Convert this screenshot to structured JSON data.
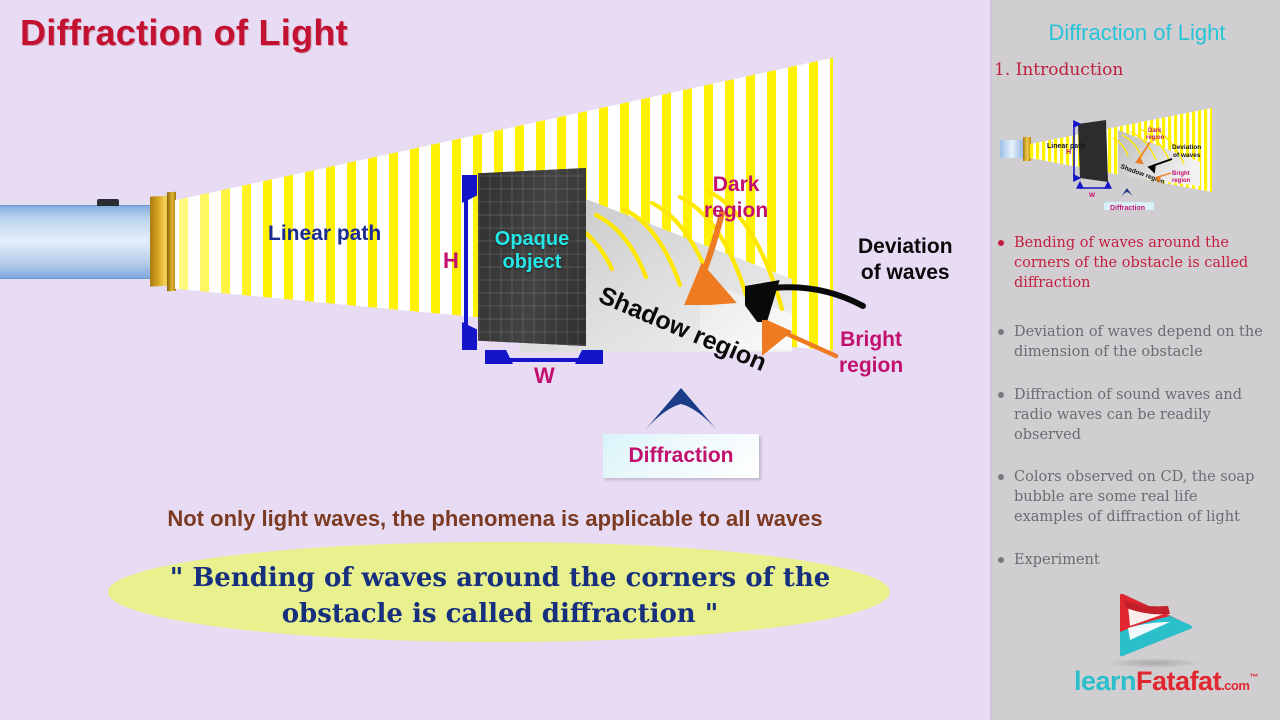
{
  "page": {
    "title": "Diffraction of Light",
    "background_color": "#E8DCF5",
    "sidebar_color": "#D1CED1"
  },
  "diagram": {
    "labels": {
      "linear_path": "Linear path",
      "opaque_object": "Opaque\nobject",
      "opaque_object_line1": "Opaque",
      "opaque_object_line2": "object",
      "shadow_region": "Shadow region",
      "dark_region_line1": "Dark",
      "dark_region_line2": "region",
      "deviation_line1": "Deviation",
      "deviation_line2": "of waves",
      "bright_region_line1": "Bright",
      "bright_region_line2": "region",
      "height_marker": "H",
      "width_marker": "W",
      "diffraction_callout": "Diffraction"
    },
    "colors": {
      "beam": "#FFF200",
      "opaque_object": "#3A3A3A",
      "opaque_label": "#25E6E6",
      "linear_path_label": "#1B2D91",
      "dark_region_label": "#C2106E",
      "bright_region_label": "#C2106E",
      "deviation_label": "#0A0A0A",
      "measure_arrow": "#1414C8",
      "orange_arrow": "#EE7B21"
    }
  },
  "notes": {
    "applicability": "Not only light waves, the phenomena is applicable to all waves",
    "quote_line1": "\" Bending of waves around the corners of the obstacle is called",
    "quote_line2": "diffraction \"",
    "quote_bg_color": "#E9F08E",
    "quote_text_color": "#17307E"
  },
  "sidebar": {
    "title": "Diffraction of Light",
    "title_color": "#27C3D6",
    "section": "1. Introduction",
    "section_color": "#BB1F3D",
    "bullets": [
      {
        "text": "Bending of waves around the corners of the obstacle is called diffraction",
        "active": true
      },
      {
        "text": "Deviation of waves depend on the dimension of the obstacle",
        "active": false
      },
      {
        "text": "Diffraction of sound waves and radio waves can be readily observed",
        "active": false
      },
      {
        "text": "Colors observed on CD, the soap bubble are some real life examples of diffraction of light",
        "active": false
      },
      {
        "text": "Experiment",
        "active": false
      }
    ],
    "thumbnail_labels": {
      "linear_path": "Linear path",
      "height_marker": "H",
      "width_marker": "W",
      "dark_region_line1": "Dark",
      "dark_region_line2": "region",
      "shadow_region": "Shadow region",
      "deviation_line1": "Deviation",
      "deviation_line2": "of waves",
      "bright_region_line1": "Bright",
      "bright_region_line2": "region",
      "diffraction_callout": "Diffraction"
    }
  },
  "logo": {
    "learn": "learn",
    "fatafat": "Fatafat",
    "com": ".com",
    "tm": "™",
    "learn_color": "#2BBECB",
    "fatafat_color": "#E0272F"
  }
}
